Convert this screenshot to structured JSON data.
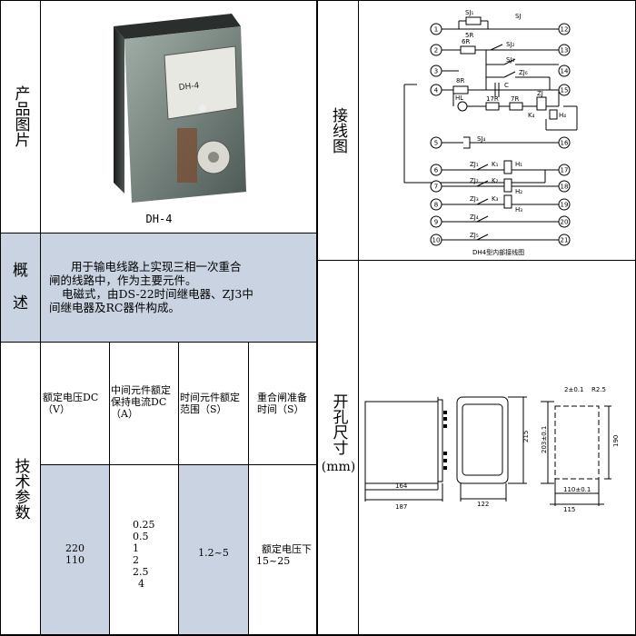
{
  "product_image_label": "产品图片",
  "product_model": "DH-4",
  "product_nameplate": "DH-4",
  "summary_label_1": "概",
  "summary_label_2": "述",
  "summary_text_1": "用于输电线路上实现三相一次重合",
  "summary_text_2": "闸的线路中，作为主要元件。",
  "summary_text_3": "电磁式，由DS-22时间继电器、ZJ3中",
  "summary_text_4": "间继电器及RC器件构成。",
  "tech_label": "技术参数",
  "tech_table": {
    "headers": [
      "额定电压DC（V）",
      "中间元件额定保持电流DC（A）",
      "时间元件额定范围（S）",
      "重合闸准备时间（S）"
    ],
    "voltage": [
      "220",
      "110"
    ],
    "current": [
      "0.25",
      "0.5",
      "1",
      "2",
      "2.5",
      "4"
    ],
    "time_range": "1.2~5",
    "ready": [
      "额定电压下",
      "15~25"
    ]
  },
  "wiring_label": "接线图",
  "wiring_caption": "DH4型内部接线图",
  "cutout_label": "开孔尺寸",
  "cutout_unit": "(mm)",
  "dims": {
    "d164": "164",
    "d187": "187",
    "d122": "122",
    "d215": "215",
    "d203": "203±0.1",
    "d190": "190",
    "d110": "110±0.1",
    "d115": "115",
    "d2": "2±0.1",
    "r25": "R2.5"
  },
  "terminals": [
    "1",
    "2",
    "3",
    "4",
    "5",
    "6",
    "7",
    "8",
    "9",
    "10",
    "12",
    "13",
    "14",
    "15",
    "16",
    "17",
    "18",
    "19",
    "20",
    "21"
  ],
  "wiring_labels": {
    "sj1": "SJ₁",
    "sj": "SJ",
    "r5": "5R",
    "r6": "6R",
    "sj2": "SJ₂",
    "sj3": "SJ₃",
    "zj6": "ZJ₆",
    "r8": "8R",
    "c": "C",
    "hl": "HL",
    "r17": "17R",
    "r7": "7R",
    "zj": "ZJ",
    "k4": "K₄",
    "h4": "H₄",
    "sj4": "SJ₄",
    "zj1": "ZJ₁",
    "k1": "K₁",
    "h1": "H₁",
    "zj2": "ZJ₂",
    "k2": "K₂",
    "h2": "H₂",
    "zj3": "ZJ₃",
    "k3": "K₃",
    "h3": "H₃",
    "zj4": "ZJ₄",
    "zj5": "ZJ₅"
  }
}
